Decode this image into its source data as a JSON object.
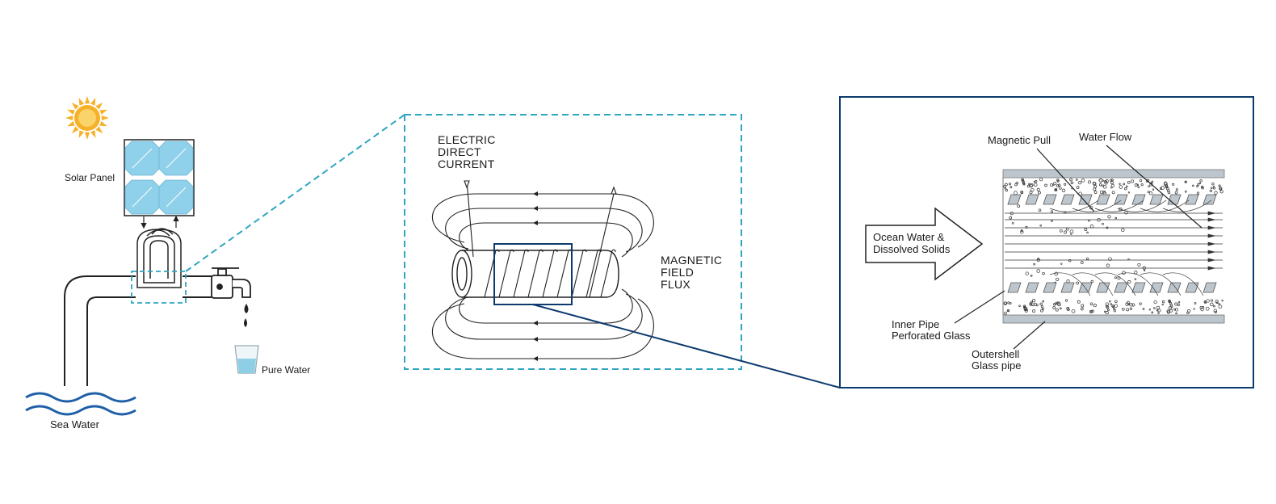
{
  "colors": {
    "accent_dashed": "#2ea6c0",
    "dark_blue": "#0d3a6e",
    "solar_cell": "#8fd0ea",
    "sun": "#f6b12a",
    "water": "#1f5fa8",
    "glass": "#bcc6cc"
  },
  "left_panel": {
    "solar_panel_label": "Solar Panel",
    "sea_water_label": "Sea Water",
    "pure_water_label": "Pure Water"
  },
  "middle_panel": {
    "current_label": [
      "ELECTRIC",
      "DIRECT",
      "CURRENT"
    ],
    "flux_label": [
      "MAGNETIC",
      "FIELD",
      "FLUX"
    ]
  },
  "right_panel": {
    "magnetic_pull_label": "Magnetic Pull",
    "water_flow_label": "Water Flow",
    "ocean_water_label": [
      "Ocean Water &",
      "Dissolved Solids"
    ],
    "inner_pipe_label": [
      "Inner Pipe",
      "Perforated Glass"
    ],
    "outershell_label": [
      "Outershell",
      "Glass pipe"
    ]
  },
  "icons": [
    "sun-icon",
    "solar-panel-icon",
    "faucet-icon",
    "water-drop-icon",
    "glass-icon",
    "wave-icon",
    "arrow-icon"
  ]
}
